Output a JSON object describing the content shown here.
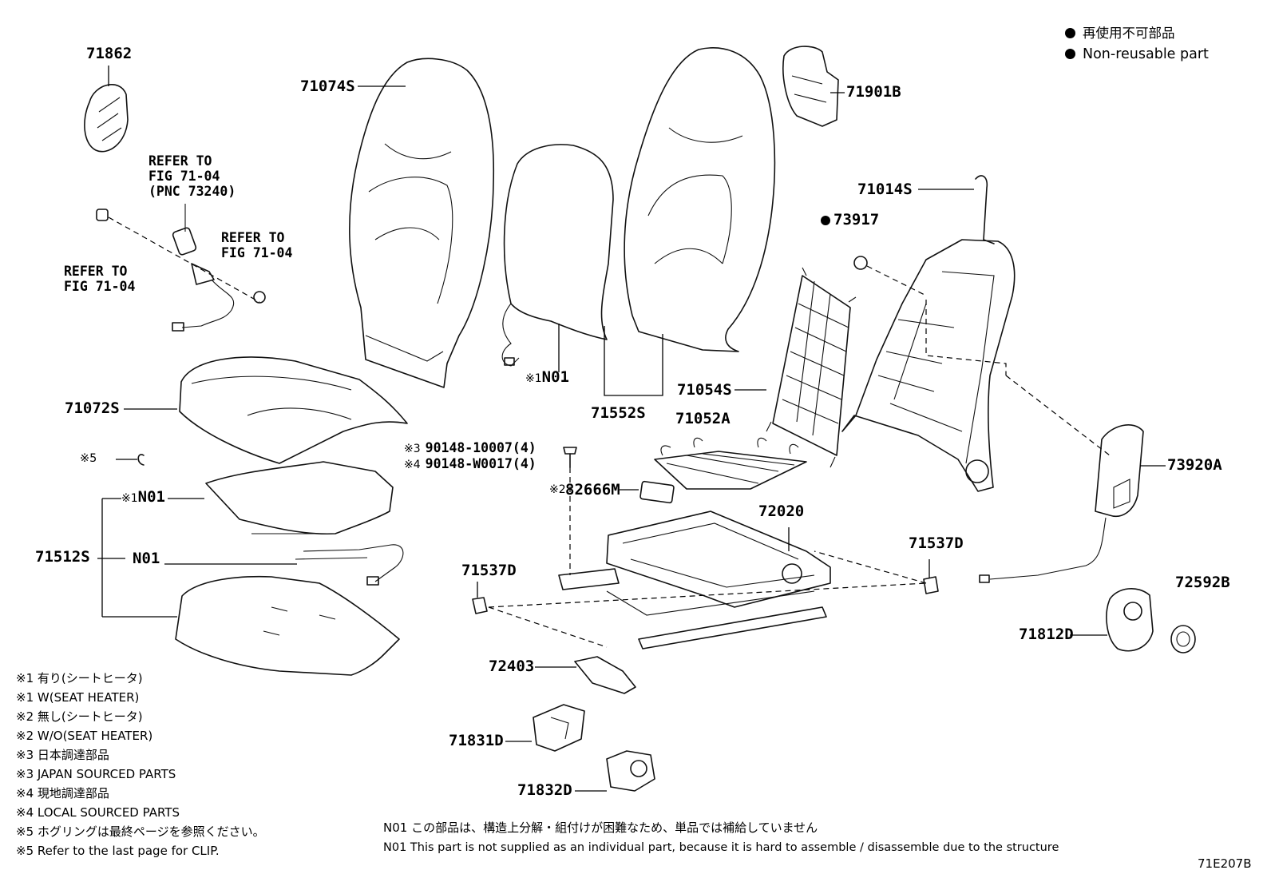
{
  "legend": {
    "line_ja": "再使用不可部品",
    "line_en": "Non-reusable part"
  },
  "parts": {
    "p71862": "71862",
    "p71074s": "71074S",
    "p71901b": "71901B",
    "p71014s": "71014S",
    "p73917": "73917",
    "p71072s": "71072S",
    "p71054s": "71054S",
    "p71552s": "71552S",
    "p71052a": "71052A",
    "p73920a": "73920A",
    "p82666m": "82666M",
    "p72020": "72020",
    "p71537d_left": "71537D",
    "p71537d_right": "71537D",
    "p71512s": "71512S",
    "p72592b": "72592B",
    "p71812d": "71812D",
    "p72403": "72403",
    "p71831d": "71831D",
    "p71832d": "71832D",
    "n01_back": "N01",
    "n01_cushion_heater": "N01",
    "n01_cushion": "N01",
    "bolt_a": "90148-10007(4)",
    "bolt_b": "90148-W0017(4)"
  },
  "marks": {
    "m1_back": "※1",
    "m1_cushion": "※1",
    "m2": "※2",
    "m3": "※3",
    "m4": "※4",
    "m5": "※5"
  },
  "refs": {
    "ref1": "REFER TO\nFIG 71-04\n(PNC 73240)",
    "ref2": "REFER TO\nFIG 71-04",
    "ref3": "REFER TO\nFIG 71-04"
  },
  "footnotes": [
    "※1 有り(シートヒータ)",
    "※1 W(SEAT HEATER)",
    "※2 無し(シートヒータ)",
    "※2 W/O(SEAT HEATER)",
    "※3 日本調達部品",
    "※3 JAPAN SOURCED PARTS",
    "※4 現地調達部品",
    "※4 LOCAL SOURCED PARTS",
    "※5 ホグリングは最終ページを参照ください。",
    "※5 Refer to the last page for CLIP."
  ],
  "n01_note": {
    "ja": "N01 この部品は、構造上分解・組付けが困難なため、単品では補給していません",
    "en": "N01 This part is not supplied as an individual part, because it is hard to assemble / disassemble due to the structure"
  },
  "figure_code": "71E207B"
}
